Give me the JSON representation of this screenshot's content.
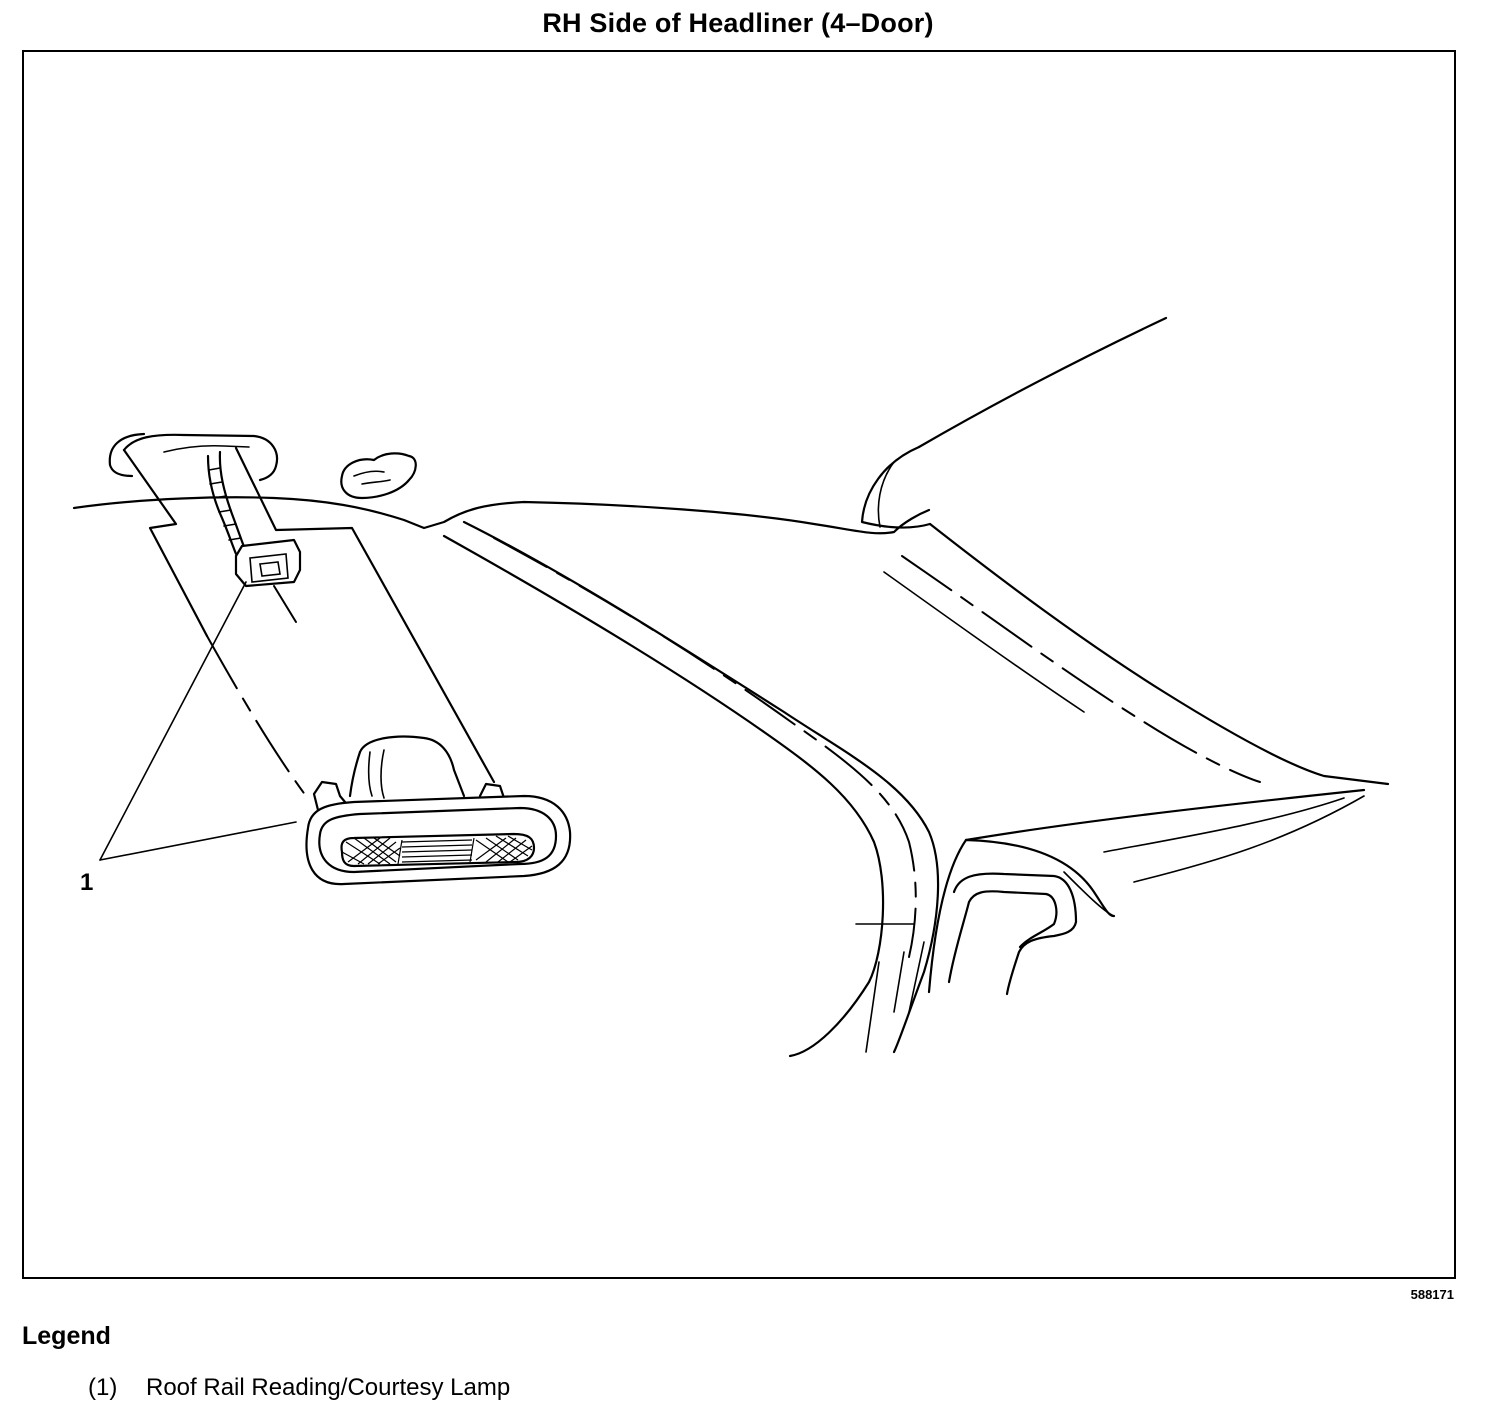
{
  "title": "RH Side of Headliner (4–Door)",
  "figure_id": "588171",
  "callouts": [
    {
      "label": "1",
      "refers_to": "Roof Rail Reading/Courtesy Lamp"
    }
  ],
  "legend": {
    "heading": "Legend",
    "items": [
      {
        "number": "(1)",
        "text": "Roof Rail Reading/Courtesy Lamp"
      }
    ]
  }
}
